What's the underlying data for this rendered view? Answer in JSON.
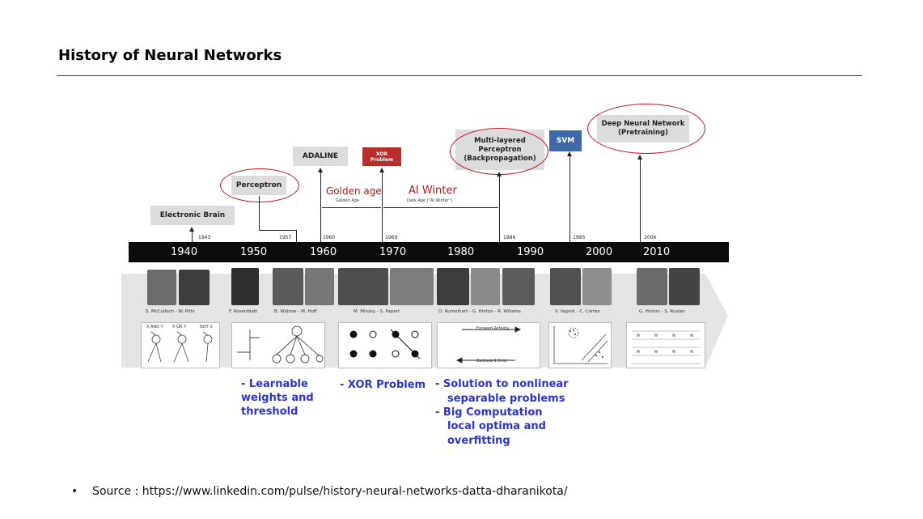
{
  "title": "History of Neural Networks",
  "milestones": {
    "electronic_brain": "Electronic Brain",
    "perceptron": "Perceptron",
    "adaline": "ADALINE",
    "xor_line1": "XOR",
    "xor_line2": "Problem",
    "mlp_line1": "Multi-layered",
    "mlp_line2": "Perceptron",
    "mlp_line3": "(Backpropagation)",
    "svm": "SVM",
    "dnn_line1": "Deep Neural Network",
    "dnn_line2": "(Pretraining)"
  },
  "years_small": [
    "1943",
    "1957",
    "1960",
    "1969",
    "1986",
    "1995",
    "2006"
  ],
  "decades": [
    "1940",
    "1950",
    "1960",
    "1970",
    "1980",
    "1990",
    "2000",
    "2010"
  ],
  "eras": {
    "golden_age_annotation": "Golden age",
    "golden_age_label": "Golden Age",
    "ai_winter_annotation": "AI Winter",
    "dark_age_label": "Dark Age (\"AI Winter\")"
  },
  "researchers": [
    "S. McCulloch - W. Pitts",
    "F. Rosenblatt",
    "B. Widrow - M. Hoff",
    "M. Minsky - S. Papert",
    "D. Rumelhart - G. Hinton - R. Wiliams",
    "V. Vapnik - C. Cortes",
    "G. Hinton - S. Ruslan"
  ],
  "panel_labels": {
    "and": "X AND Y",
    "or": "X OR Y",
    "not": "NOT X",
    "forward": "Forward Activity",
    "backward": "Backward Error"
  },
  "notes": {
    "perceptron_1": "- Learnable",
    "perceptron_2": "weights and",
    "perceptron_3": "threshold",
    "xor": "- XOR Problem",
    "mlp_1": "- Solution to nonlinear",
    "mlp_2": "separable problems",
    "mlp_3": "- Big Computation",
    "mlp_4": "local optima and",
    "mlp_5": "overfitting"
  },
  "source": {
    "bullet": "•",
    "text": "Source : https://www.linkedin.com/pulse/history-neural-networks-datta-dharanikota/"
  },
  "colors": {
    "title_rule": "#2b2f9e",
    "annotation_red": "#b51a1a",
    "note_blue": "#2b35c9",
    "xor_box": "#b5302a",
    "svm_box": "#3e6aa8",
    "timeline_bar": "#0b0b0b"
  }
}
